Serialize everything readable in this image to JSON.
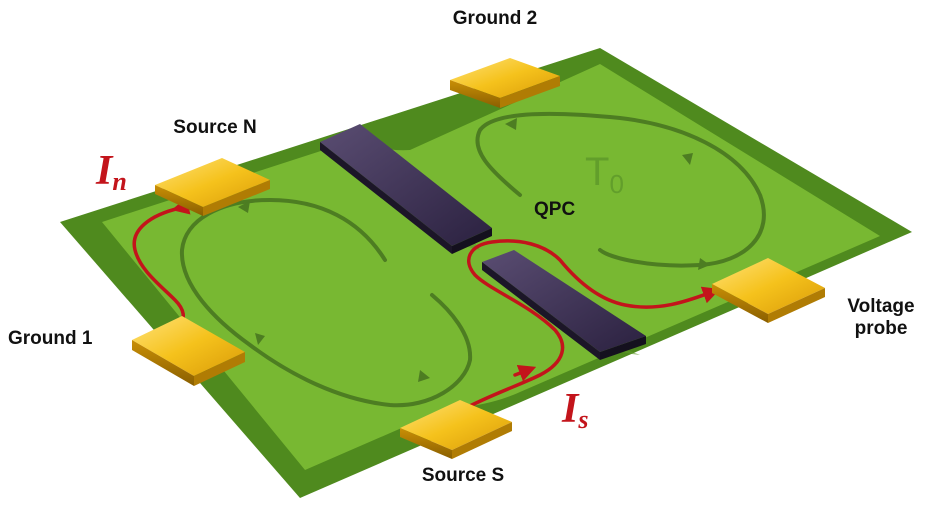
{
  "labels": {
    "ground2": "Ground 2",
    "source_n": "Source N",
    "ground1": "Ground 1",
    "source_s": "Source S",
    "voltage_probe_line1": "Voltage",
    "voltage_probe_line2": "probe",
    "qpc": "QPC"
  },
  "currents": {
    "n_symbol": "I",
    "n_subscript": "n",
    "s_symbol": "I",
    "s_subscript": "s"
  },
  "temperature": {
    "symbol": "T",
    "subscript": "0"
  },
  "colors": {
    "board_dark": "#4f8a1e",
    "board_light": "#7cbc36",
    "contact_gold": "#f2c31a",
    "gate": "#2e2540",
    "current_path": "#c3141b",
    "edge_channel": "#4d7d22"
  }
}
